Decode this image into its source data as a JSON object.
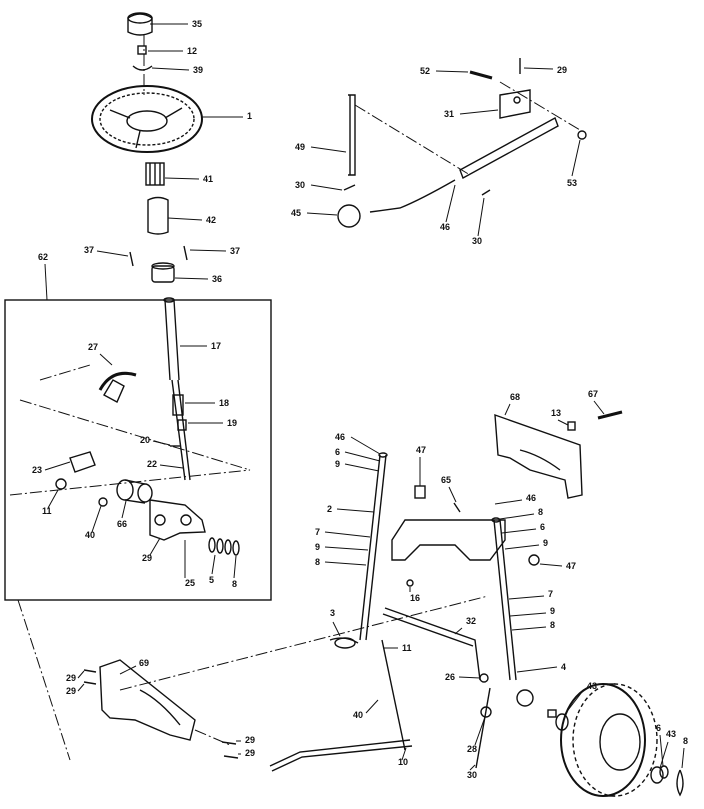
{
  "callouts": [
    {
      "id": "c35",
      "text": "35"
    },
    {
      "id": "c12",
      "text": "12"
    },
    {
      "id": "c39",
      "text": "39"
    },
    {
      "id": "c1",
      "text": "1"
    },
    {
      "id": "c41",
      "text": "41"
    },
    {
      "id": "c42",
      "text": "42"
    },
    {
      "id": "c37a",
      "text": "37"
    },
    {
      "id": "c37b",
      "text": "37"
    },
    {
      "id": "c36",
      "text": "36"
    },
    {
      "id": "c62",
      "text": "62"
    },
    {
      "id": "c27",
      "text": "27"
    },
    {
      "id": "c17",
      "text": "17"
    },
    {
      "id": "c18",
      "text": "18"
    },
    {
      "id": "c19",
      "text": "19"
    },
    {
      "id": "c20",
      "text": "20"
    },
    {
      "id": "c22",
      "text": "22"
    },
    {
      "id": "c23",
      "text": "23"
    },
    {
      "id": "c11a",
      "text": "11"
    },
    {
      "id": "c40a",
      "text": "40"
    },
    {
      "id": "c66",
      "text": "66"
    },
    {
      "id": "c29a",
      "text": "29"
    },
    {
      "id": "c25",
      "text": "25"
    },
    {
      "id": "c5",
      "text": "5"
    },
    {
      "id": "c8a",
      "text": "8"
    },
    {
      "id": "c52",
      "text": "52"
    },
    {
      "id": "c29b",
      "text": "29"
    },
    {
      "id": "c31",
      "text": "31"
    },
    {
      "id": "c53",
      "text": "53"
    },
    {
      "id": "c49",
      "text": "49"
    },
    {
      "id": "c30a",
      "text": "30"
    },
    {
      "id": "c45",
      "text": "45"
    },
    {
      "id": "c46",
      "text": "46"
    },
    {
      "id": "c30b",
      "text": "30"
    },
    {
      "id": "c68",
      "text": "68"
    },
    {
      "id": "c13",
      "text": "13"
    },
    {
      "id": "c67",
      "text": "67"
    },
    {
      "id": "c46a",
      "text": "46"
    },
    {
      "id": "c6a",
      "text": "6"
    },
    {
      "id": "c9a",
      "text": "9"
    },
    {
      "id": "c47a",
      "text": "47"
    },
    {
      "id": "c2",
      "text": "2"
    },
    {
      "id": "c7a",
      "text": "7"
    },
    {
      "id": "c9b",
      "text": "9"
    },
    {
      "id": "c8b",
      "text": "8"
    },
    {
      "id": "c65",
      "text": "65"
    },
    {
      "id": "c46b",
      "text": "46"
    },
    {
      "id": "c8c",
      "text": "8"
    },
    {
      "id": "c6b",
      "text": "6"
    },
    {
      "id": "c9c",
      "text": "9"
    },
    {
      "id": "c47b",
      "text": "47"
    },
    {
      "id": "c16",
      "text": "16"
    },
    {
      "id": "c7b",
      "text": "7"
    },
    {
      "id": "c9d",
      "text": "9"
    },
    {
      "id": "c8d",
      "text": "8"
    },
    {
      "id": "c3",
      "text": "3"
    },
    {
      "id": "c32",
      "text": "32"
    },
    {
      "id": "c11b",
      "text": "11"
    },
    {
      "id": "c4",
      "text": "4"
    },
    {
      "id": "c69",
      "text": "69"
    },
    {
      "id": "c29c",
      "text": "29"
    },
    {
      "id": "c29d",
      "text": "29"
    },
    {
      "id": "c26",
      "text": "26"
    },
    {
      "id": "c43a",
      "text": "43"
    },
    {
      "id": "c40b",
      "text": "40"
    },
    {
      "id": "c28",
      "text": "28"
    },
    {
      "id": "c6c",
      "text": "6"
    },
    {
      "id": "c43b",
      "text": "43"
    },
    {
      "id": "c8e",
      "text": "8"
    },
    {
      "id": "c29e",
      "text": "29"
    },
    {
      "id": "c29f",
      "text": "29"
    },
    {
      "id": "c10",
      "text": "10"
    },
    {
      "id": "c30c",
      "text": "30"
    }
  ]
}
